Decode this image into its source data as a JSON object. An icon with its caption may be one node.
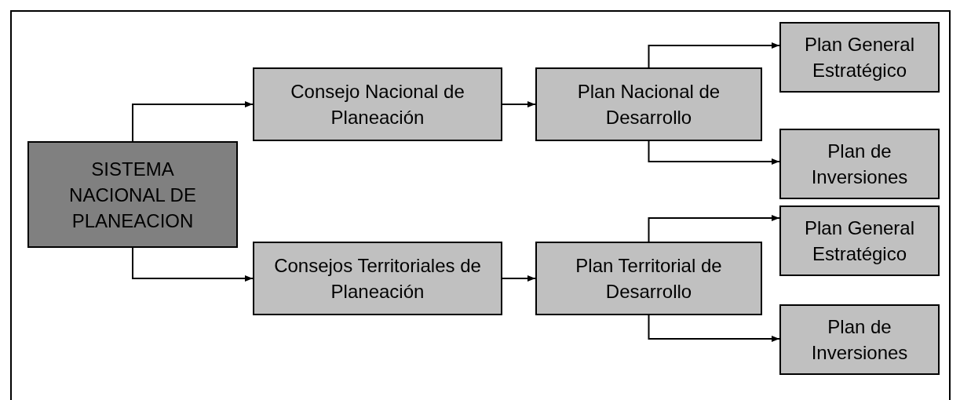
{
  "diagram": {
    "nodes": [
      {
        "text": [
          "SISTEMA NACIONAL DE PLANEACION"
        ]
      },
      {
        "text": [
          "Consejo Nacional de Planeación"
        ]
      },
      {
        "text": [
          "Plan Nacional de Desarrollo"
        ]
      },
      {
        "text": [
          "Plan General Estratégico"
        ]
      },
      {
        "text": [
          "Plan de Inversiones"
        ]
      },
      {
        "text": [
          "Consejos Territoriales de Planeación"
        ]
      },
      {
        "text": [
          "Plan Territorial de Desarrollo"
        ]
      },
      {
        "text": [
          "Plan General Estratégico"
        ]
      },
      {
        "text": [
          "Plan de Inversiones"
        ]
      }
    ],
    "edges": [
      {
        "from": 0,
        "to": 1,
        "arrow": "to"
      },
      {
        "from": 0,
        "to": 5,
        "arrow": "to"
      },
      {
        "from": 1,
        "to": 2,
        "arrow": "to"
      },
      {
        "from": 2,
        "to": 3,
        "arrow": "to"
      },
      {
        "from": 2,
        "to": 4,
        "arrow": "to"
      },
      {
        "from": 5,
        "to": 6,
        "arrow": "to"
      },
      {
        "from": 6,
        "to": 7,
        "arrow": "to"
      },
      {
        "from": 6,
        "to": 8,
        "arrow": "to"
      }
    ]
  }
}
